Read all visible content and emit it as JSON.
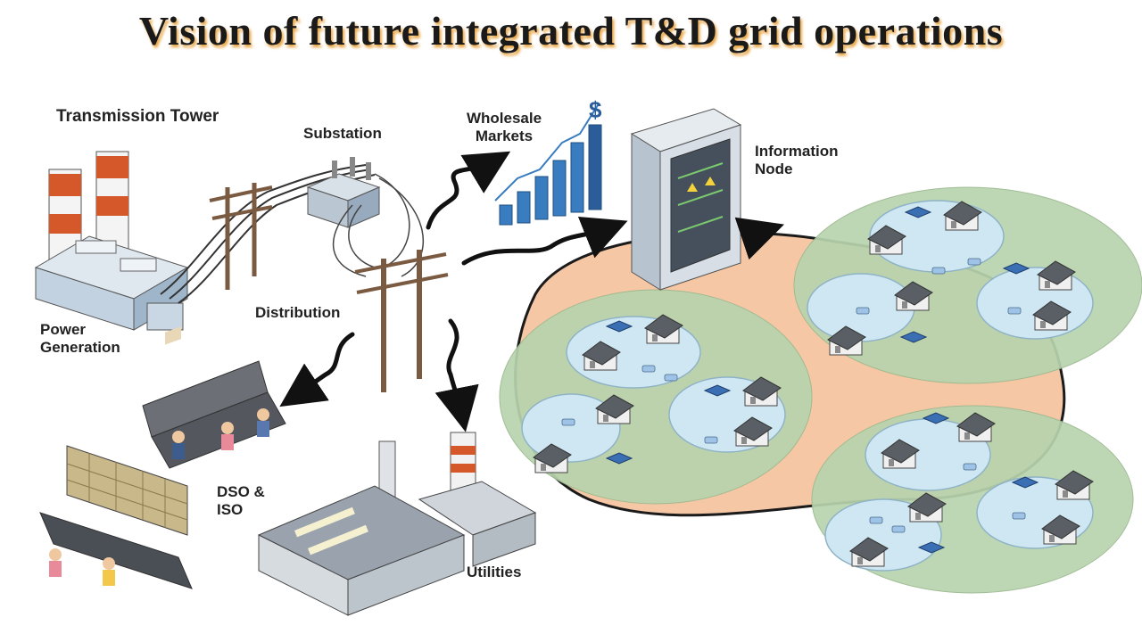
{
  "title": "Vision of future integrated T&D grid operations",
  "labels": {
    "transmission_tower": "Transmission Tower",
    "substation": "Substation",
    "wholesale_markets": "Wholesale Markets",
    "information_node": "Information Node",
    "power_generation": "Power Generation",
    "distribution": "Distribution",
    "dso_iso": "DSO & ISO",
    "utilities": "Utilities",
    "dollar_sign": "$"
  },
  "colors": {
    "title_shadow": "#e8a13a",
    "microgrid_fill": "#b8d4ae",
    "core_fill": "#f6c7a4",
    "pod_fill": "#cfe7f2",
    "arrow": "#111111",
    "market_bar": "#3a7cc0",
    "stack_red": "#d4582a"
  }
}
